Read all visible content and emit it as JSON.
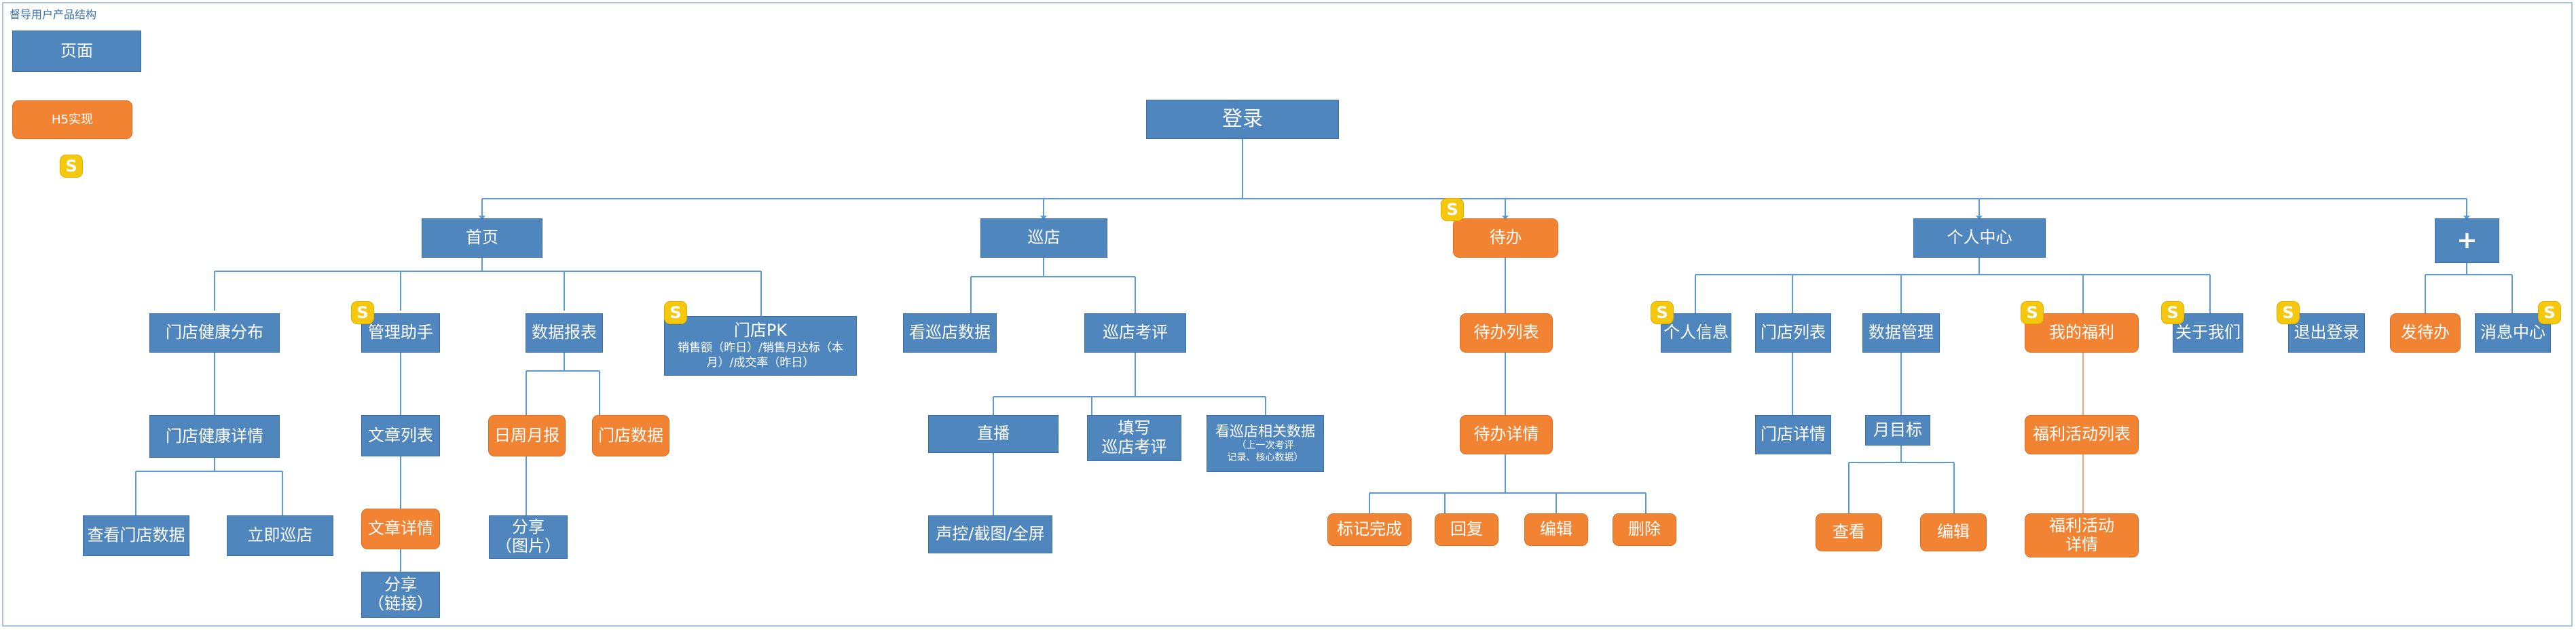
{
  "title": "督导用户产品结构",
  "legend": {
    "page": "页面",
    "h5": "H5实现",
    "s": "S"
  },
  "badge": "S",
  "nodes": {
    "login": "登录",
    "home": "首页",
    "patrol": "巡店",
    "todo": "待办",
    "personal": "个人中心",
    "plus": "+",
    "store_health": "门店健康分布",
    "manage_helper": "管理助手",
    "data_report": "数据报表",
    "store_pk": "门店PK",
    "store_pk_sub1": "销售额（昨日）/销售月达标（本",
    "store_pk_sub2": "月）/成交率（昨日）",
    "store_health_detail": "门店健康详情",
    "view_store_data": "查看门店数据",
    "start_patrol": "立即巡店",
    "article_list": "文章列表",
    "article_detail": "文章详情",
    "share_link_1": "分享",
    "share_link_2": "（链接）",
    "weekly_monthly": "日周月报",
    "store_data": "门店数据",
    "share_image_1": "分享",
    "share_image_2": "（图片）",
    "view_patrol_data": "看巡店数据",
    "patrol_review": "巡店考评",
    "live": "直播",
    "fill_review_1": "填写",
    "fill_review_2": "巡店考评",
    "view_related_1": "看巡店相关数据",
    "view_related_2": "（上一次考评",
    "view_related_3": "记录、核心数据）",
    "voice_ctrl": "声控/截图/全屏",
    "todo_list": "待办列表",
    "todo_detail": "待办详情",
    "mark_done": "标记完成",
    "reply": "回复",
    "edit": "编辑",
    "delete": "删除",
    "personal_info": "个人信息",
    "store_list": "门店列表",
    "data_manage": "数据管理",
    "my_welfare": "我的福利",
    "about_us": "关于我们",
    "logout": "退出登录",
    "send_todo": "发待办",
    "message_center": "消息中心",
    "store_detail": "门店详情",
    "monthly_target": "月目标",
    "view": "查看",
    "edit2": "编辑",
    "welfare_list": "福利活动列表",
    "welfare_detail_1": "福利活动",
    "welfare_detail_2": "详情"
  },
  "colors": {
    "page_blue": "#4f86be",
    "h5_orange": "#f28333",
    "badge_yellow": "#f5c70d",
    "connector": "#5b9bd5"
  }
}
